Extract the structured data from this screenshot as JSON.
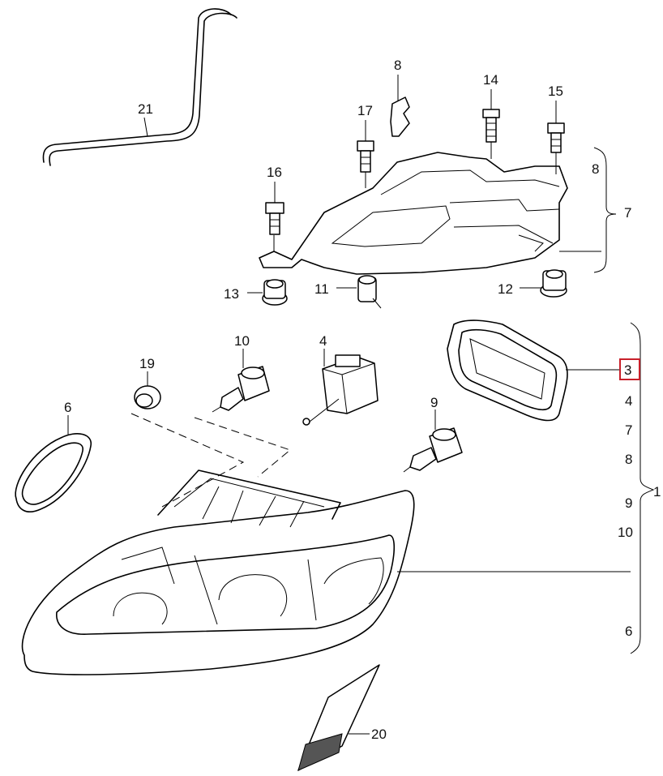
{
  "callouts": {
    "c21": "21",
    "c8": "8",
    "c14": "14",
    "c15": "15",
    "c17": "17",
    "c16": "16",
    "c8b": "8",
    "c7": "7",
    "c13": "13",
    "c11": "11",
    "c12": "12",
    "c10": "10",
    "c4": "4",
    "c19": "19",
    "c9": "9",
    "c6": "6",
    "c20": "20"
  },
  "legend_group": {
    "highlighted": "3",
    "items": [
      "4",
      "7",
      "8",
      "9",
      "10",
      "6"
    ],
    "total": "1"
  },
  "colors": {
    "line": "#000000",
    "highlight": "#c8202a",
    "background": "#ffffff"
  }
}
